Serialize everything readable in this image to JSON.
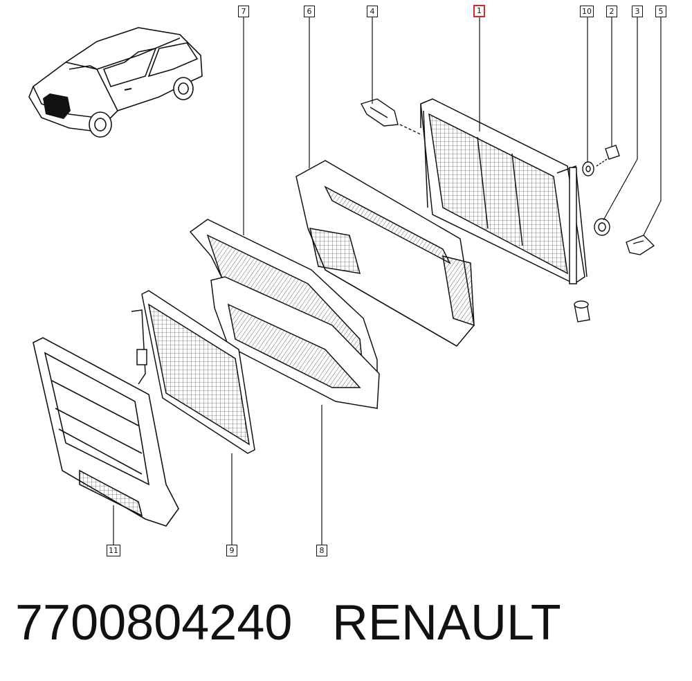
{
  "callouts": {
    "c1": "1",
    "c2": "2",
    "c3": "3",
    "c4": "4",
    "c5": "5",
    "c6": "6",
    "c7": "7",
    "c8": "8",
    "c9": "9",
    "c10": "10",
    "c11": "11"
  },
  "caption": {
    "part_number": "7700804240",
    "brand": "RENAULT"
  },
  "colors": {
    "line": "#111111",
    "highlight": "#dd2222",
    "background": "#ffffff"
  },
  "selected_callout": "1"
}
